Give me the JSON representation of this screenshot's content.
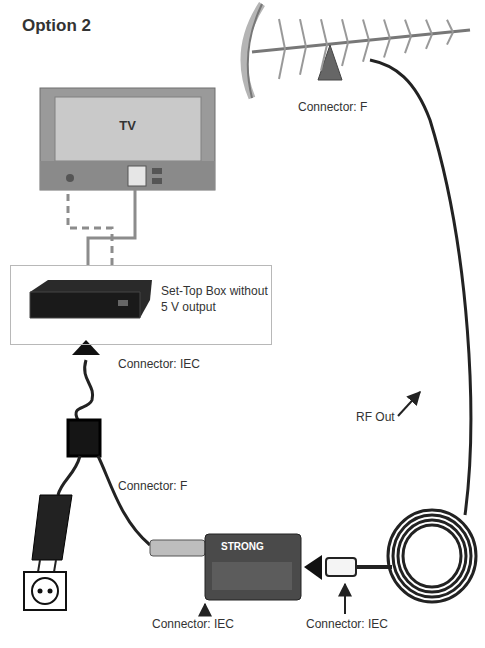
{
  "diagram": {
    "title": "Option 2",
    "nodes": [
      {
        "text": [
          "TV"
        ]
      },
      {
        "text": [
          "Set-Top Box without 5 V output"
        ]
      }
    ],
    "edges": [
      {
        "from": 1,
        "to": 0,
        "arrow": "none"
      },
      {
        "from": 1,
        "to": 0,
        "arrow": "none"
      }
    ],
    "labels": [
      "Connector: F",
      "Connector: IEC",
      "Connector: F",
      "RF Out",
      "Connector: IEC",
      "Connector: IEC",
      "STRONG"
    ]
  }
}
